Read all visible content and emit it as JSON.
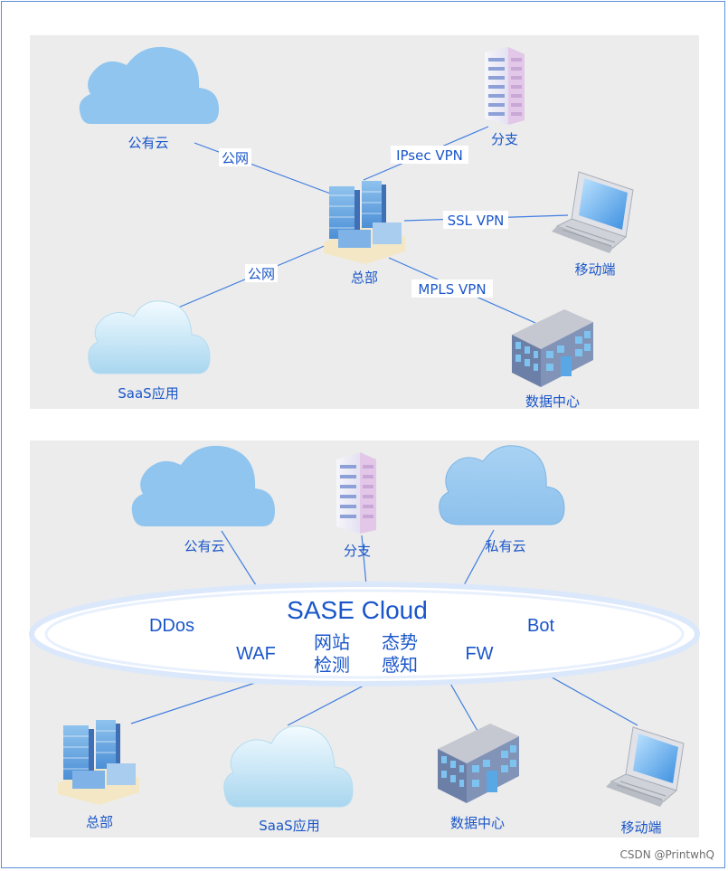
{
  "top": {
    "nodes": {
      "public_cloud": "公有云",
      "branch": "分支",
      "hq": "总部",
      "mobile": "移动端",
      "saas": "SaaS应用",
      "datacenter": "数据中心"
    },
    "edges": {
      "public_net_1": "公网",
      "ipsec": "IPsec VPN",
      "ssl": "SSL VPN",
      "public_net_2": "公网",
      "mpls": "MPLS VPN"
    }
  },
  "bottom": {
    "nodes": {
      "public_cloud": "公有云",
      "branch": "分支",
      "private_cloud": "私有云",
      "hq": "总部",
      "saas": "SaaS应用",
      "datacenter": "数据中心",
      "mobile": "移动端"
    },
    "sase": {
      "title": "SASE Cloud",
      "ddos": "DDos",
      "bot": "Bot",
      "waf": "WAF",
      "web_detect_1": "网站",
      "web_detect_2": "检测",
      "situation_1": "态势",
      "situation_2": "感知",
      "fw": "FW"
    }
  },
  "watermark": "CSDN @PrintwhQ"
}
